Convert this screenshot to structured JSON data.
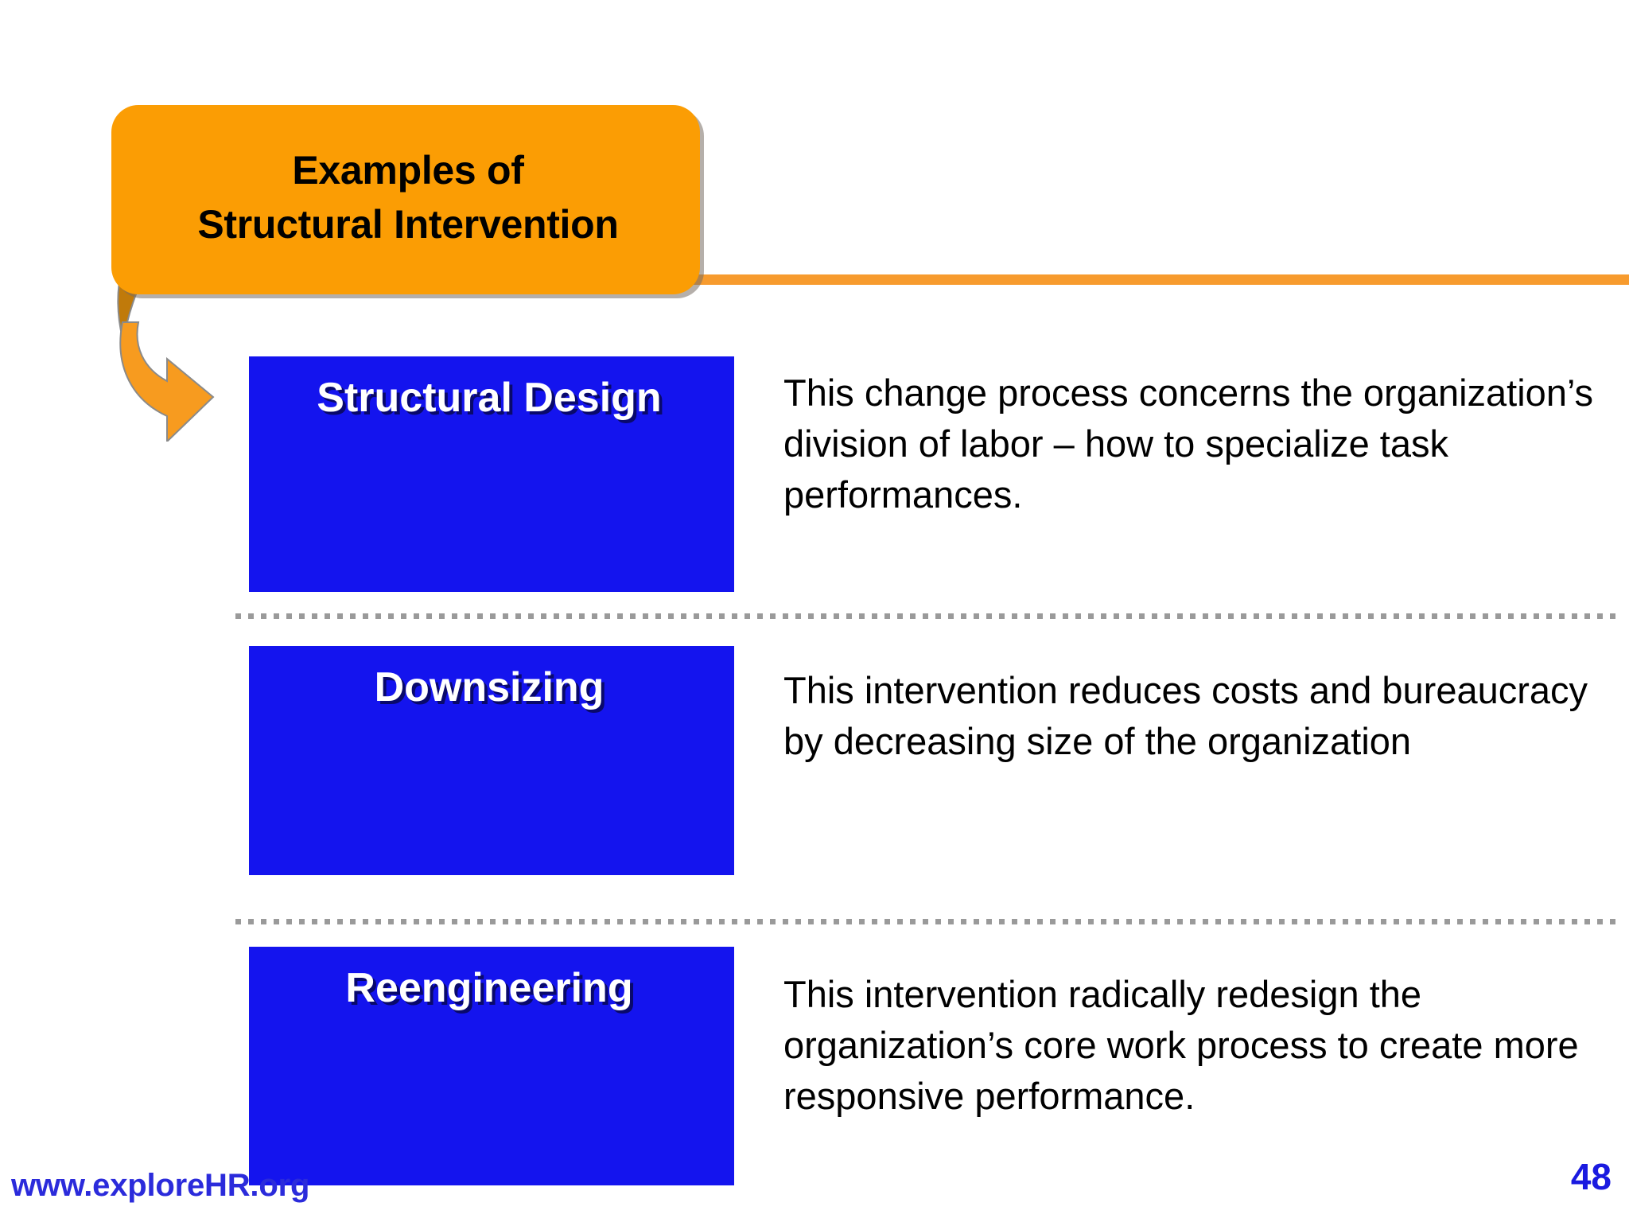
{
  "slide": {
    "title_line_1": "Examples of",
    "title_line_2": "Structural Intervention",
    "page_number": "48",
    "footer_url": "www.exploreHR.org",
    "colors": {
      "banner_orange": "#FB9D04",
      "rule_orange": "#F79B2E",
      "arrow_orange": "#F79B1F",
      "arrow_shadow": "#C07A0A",
      "label_blue": "#1414EE",
      "footer_blue": "#2B2BDB",
      "body_text": "#000000",
      "separator_gray": "#9A9A9A",
      "background": "#FFFFFF"
    }
  },
  "rows": [
    {
      "label": "Structural Design",
      "description": "This change process concerns the organization’s division of labor – how to specialize task performances."
    },
    {
      "label": "Downsizing",
      "description": "This intervention reduces costs and bureaucracy by decreasing size of the organization"
    },
    {
      "label": "Reengineering",
      "description": "This intervention radically redesign the organization’s core work process to create more responsive performance."
    }
  ]
}
